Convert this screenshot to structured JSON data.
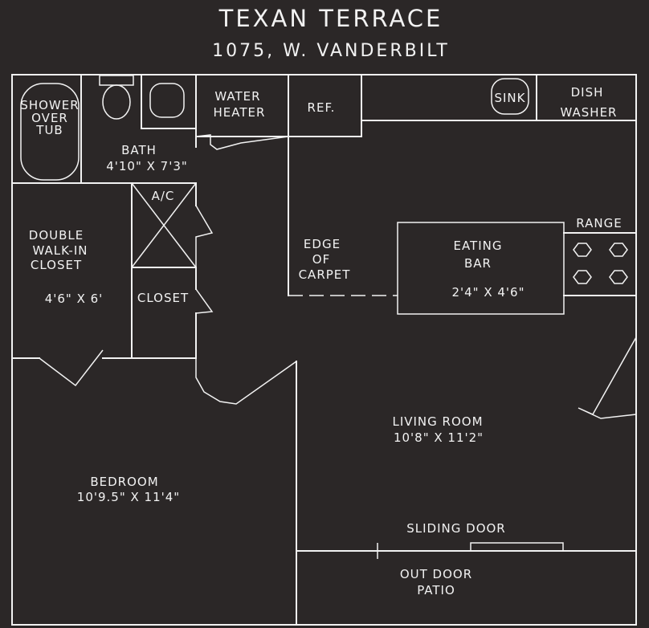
{
  "title": "TEXAN TERRACE",
  "address": "1075, W. VANDERBILT",
  "rooms": {
    "shower": [
      "SHOWER",
      "OVER",
      "TUB"
    ],
    "bath": {
      "name": "BATH",
      "size": "4'10\" X 7'3\""
    },
    "water_heater": [
      "WATER",
      "HEATER"
    ],
    "ref": "REF.",
    "sink": "SINK",
    "dishwasher": [
      "DISH",
      "WASHER"
    ],
    "ac": "A/C",
    "closet_double": {
      "lines": [
        "DOUBLE",
        "WALK-IN",
        "CLOSET"
      ],
      "size": "4'6\" X 6'"
    },
    "closet": "CLOSET",
    "carpet": [
      "EDGE",
      "OF",
      "CARPET"
    ],
    "eating_bar": {
      "lines": [
        "EATING",
        "BAR"
      ],
      "size": "2'4\" X 4'6\""
    },
    "range": "RANGE",
    "living": {
      "name": "LIVING ROOM",
      "size": "10'8\" X 11'2\""
    },
    "bedroom": {
      "name": "BEDROOM",
      "size": "10'9.5\" X 11'4\""
    },
    "sliding_door": "SLIDING DOOR",
    "patio": [
      "OUT DOOR",
      "PATIO"
    ]
  },
  "colors": {
    "background": "#2b2727",
    "line": "#f2f2f2"
  }
}
